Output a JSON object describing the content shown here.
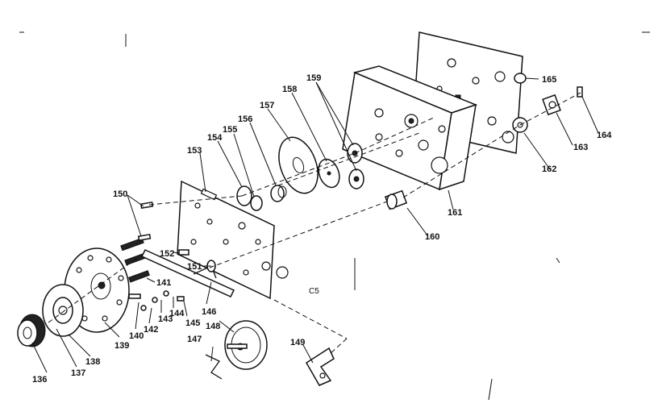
{
  "diagram": {
    "section_label": "C5",
    "part_numbers": [
      "136",
      "137",
      "138",
      "139",
      "140",
      "141",
      "142",
      "143",
      "144",
      "145",
      "146",
      "147",
      "148",
      "149",
      "150",
      "151",
      "152",
      "153",
      "154",
      "155",
      "156",
      "157",
      "158",
      "159",
      "160",
      "161",
      "162",
      "163",
      "164",
      "165"
    ]
  },
  "colors": {
    "ink": "#111111",
    "paper": "#ffffff"
  }
}
